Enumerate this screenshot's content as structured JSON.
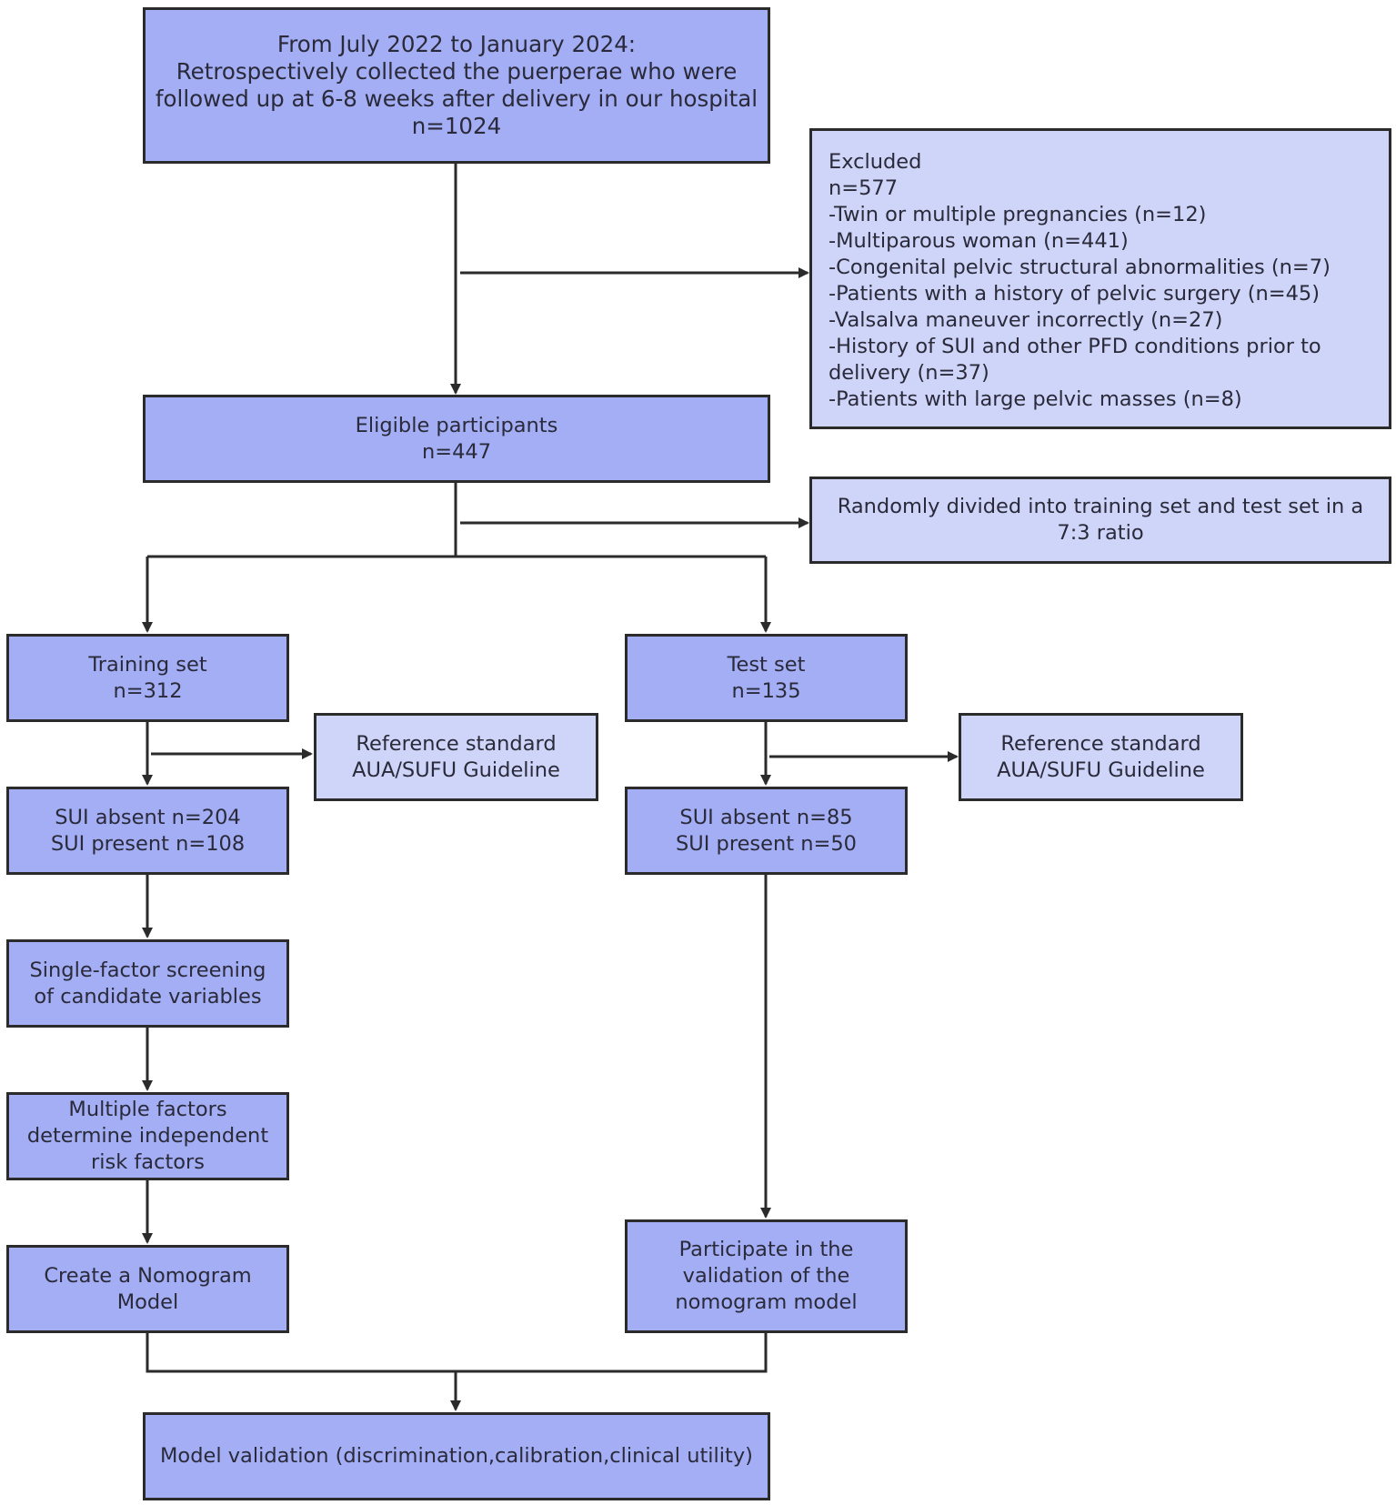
{
  "boxes": {
    "source": {
      "lines": [
        "From July 2022 to January 2024:",
        "Retrospectively collected the puerperae who were",
        "followed up at 6-8 weeks after delivery in our hospital",
        "n=1024"
      ]
    },
    "excluded": {
      "lines": [
        "Excluded",
        "n=577",
        "-Twin or multiple pregnancies (n=12)",
        "-Multiparous woman (n=441)",
        "-Congenital pelvic structural abnormalities (n=7)",
        "-Patients with a history of pelvic surgery (n=45)",
        "-Valsalva maneuver incorrectly (n=27)",
        "-History of SUI and other PFD conditions prior to",
        "delivery (n=37)",
        "-Patients with large pelvic masses (n=8)"
      ]
    },
    "eligible": {
      "lines": [
        "Eligible participants",
        "n=447"
      ]
    },
    "split": {
      "lines": [
        "Randomly divided into training set and test set in a",
        "7:3 ratio"
      ]
    },
    "training": {
      "lines": [
        "Training set",
        "n=312"
      ]
    },
    "test": {
      "lines": [
        "Test set",
        "n=135"
      ]
    },
    "ref_train": {
      "lines": [
        "Reference standard",
        "AUA/SUFU Guideline"
      ]
    },
    "ref_test": {
      "lines": [
        "Reference standard",
        "AUA/SUFU Guideline"
      ]
    },
    "sui_train": {
      "lines": [
        "SUI absent n=204",
        "SUI present n=108"
      ]
    },
    "sui_test": {
      "lines": [
        "SUI absent n=85",
        "SUI present n=50"
      ]
    },
    "single_factor": {
      "lines": [
        "Single-factor screening",
        "of candidate variables"
      ]
    },
    "multi_factor": {
      "lines": [
        "Multiple factors",
        "determine independent",
        "risk factors"
      ]
    },
    "nomogram": {
      "lines": [
        "Create a Nomogram",
        "Model"
      ]
    },
    "validation_participate": {
      "lines": [
        "Participate in the",
        "validation of the",
        "nomogram model"
      ]
    },
    "model_validation": {
      "lines": [
        "Model validation (discrimination,calibration,clinical utility)"
      ]
    }
  },
  "colors": {
    "box_dark": "#a3aef5",
    "box_light": "#ced5f8",
    "border": "#2b2b2b",
    "arrow": "#2b2b2b"
  }
}
